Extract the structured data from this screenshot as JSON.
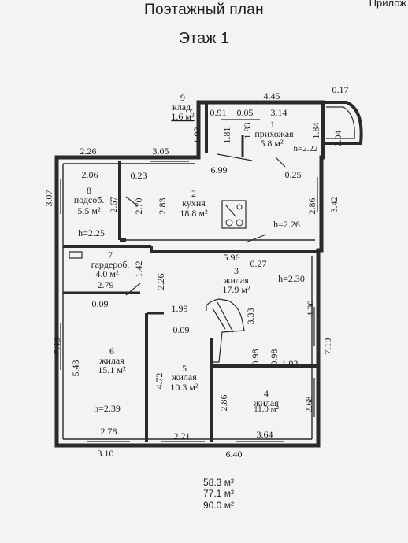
{
  "header": {
    "title": "Поэтажный план",
    "subtitle": "Этаж 1",
    "corner": "Прилож"
  },
  "rooms": {
    "r9": {
      "num": "9",
      "name": "клад.",
      "area": "1.6 м²"
    },
    "r1": {
      "num": "1",
      "name": "прихожая",
      "area": "5.8 м²",
      "height": "h=2.22"
    },
    "r8": {
      "num": "8",
      "name": "подсоб.",
      "area": "5.5 м²",
      "height": "h=2.25"
    },
    "r2": {
      "num": "2",
      "name": "кухня",
      "area": "18.8 м²",
      "height": "h=2.26"
    },
    "r7": {
      "num": "7",
      "name": "гардероб.",
      "area": "4.0 м²"
    },
    "r3": {
      "num": "3",
      "name": "жилая",
      "area": "17.9 м²",
      "height": "h=2.30"
    },
    "r6": {
      "num": "6",
      "name": "жилая",
      "area": "15.1 м²",
      "height": "h=2.39"
    },
    "r5": {
      "num": "5",
      "name": "жилая",
      "area": "10.3 м²"
    },
    "r4": {
      "num": "4",
      "name": "жилая",
      "area": "11.0 м²"
    }
  },
  "dims": {
    "d445": "4.45",
    "d017": "0.17",
    "d091": "0.91",
    "d005": "0.05",
    "d314": "3.14",
    "d192": "1.92",
    "d181": "1.81",
    "d183": "1.83",
    "d184": "1.84",
    "d204": "2.04",
    "d226": "2.26",
    "d305": "3.05",
    "d206": "2.06",
    "d023": "0.23",
    "d699": "6.99",
    "d025": "0.25",
    "d307": "3.07",
    "d267": "2.67",
    "d270": "2.70",
    "d283": "2.83",
    "d286a": "2.86",
    "d342": "3.42",
    "d596": "5.96",
    "d027": "0.27",
    "d142": "1.42",
    "d226b": "2.26",
    "d279": "2.79",
    "d009a": "0.09",
    "d199": "1.99",
    "d009b": "0.09",
    "d333": "3.33",
    "d430": "4.30",
    "d719": "7.19",
    "d748": "7.48",
    "d543": "5.43",
    "d098a": "0.98",
    "d098b": "0.98",
    "d192b": "1.92",
    "d472": "4.72",
    "d286b": "2.86",
    "d268": "2.68",
    "d278": "2.78",
    "d310": "3.10",
    "d221": "2.21",
    "d364": "3.64",
    "d640": "6.40"
  },
  "totals": [
    "58.3 м²",
    "77.1 м²",
    "90.0 м²"
  ]
}
